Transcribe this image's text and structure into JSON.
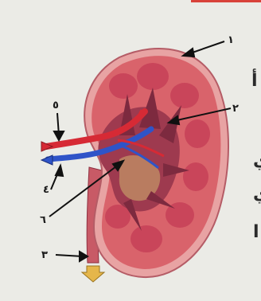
{
  "diagram": {
    "subject": "kidney longitudinal section",
    "labels": [
      {
        "id": "label-1",
        "text": "١"
      },
      {
        "id": "label-2",
        "text": "٢"
      },
      {
        "id": "label-3",
        "text": "٣"
      },
      {
        "id": "label-4",
        "text": "٤"
      },
      {
        "id": "label-5",
        "text": "٥"
      },
      {
        "id": "label-6",
        "text": "٦"
      }
    ],
    "edge_text": [
      "أ",
      "ي",
      "ي",
      "ا"
    ],
    "colors": {
      "cortex": "#d9636b",
      "medulla_pyramid": "#c9455a",
      "capsule": "#e9a3a3",
      "pelvis": "#b8405a",
      "artery": "#d62a35",
      "vein": "#2f54c8",
      "ureter": "#c85a66",
      "pointer": "#111111",
      "flow_arrow": "#e5b64a"
    }
  }
}
